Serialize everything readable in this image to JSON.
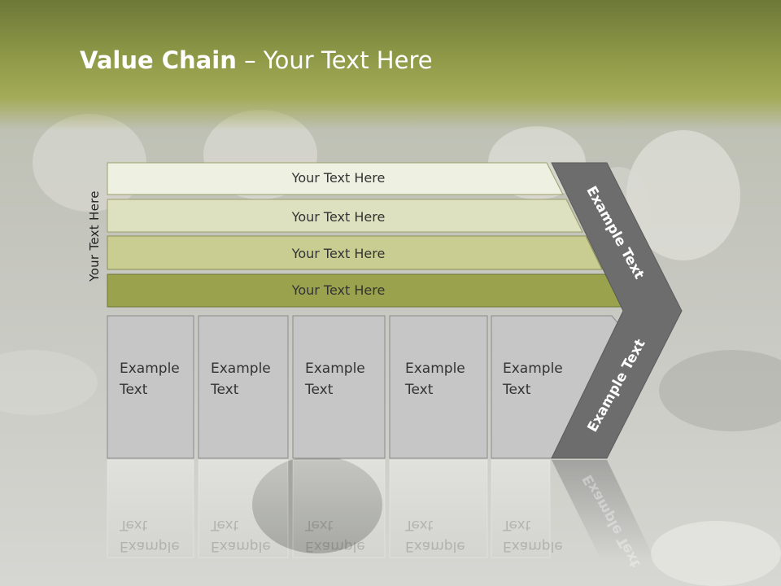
{
  "title": {
    "bold": "Value Chain",
    "rest": " – Your Text Here"
  },
  "side_label": "Your Text Here",
  "bands": [
    {
      "label": "Your Text Here",
      "color": "#eef0e2"
    },
    {
      "label": "Your Text Here",
      "color": "#dde1bf"
    },
    {
      "label": "Your Text Here",
      "color": "#c9cd92"
    },
    {
      "label": "Your Text Here",
      "color": "#9aa24e"
    }
  ],
  "columns": [
    {
      "label": "Example\nText"
    },
    {
      "label": "Example\nText"
    },
    {
      "label": "Example\nText"
    },
    {
      "label": "Example\nText"
    },
    {
      "label": "Example\nText"
    }
  ],
  "arrow": {
    "top_label": "Example Text",
    "bottom_label": "Example Text",
    "color": "#6d6d6d"
  },
  "colors": {
    "header": "#8f9a48",
    "column_fill": "#c6c6c6"
  }
}
